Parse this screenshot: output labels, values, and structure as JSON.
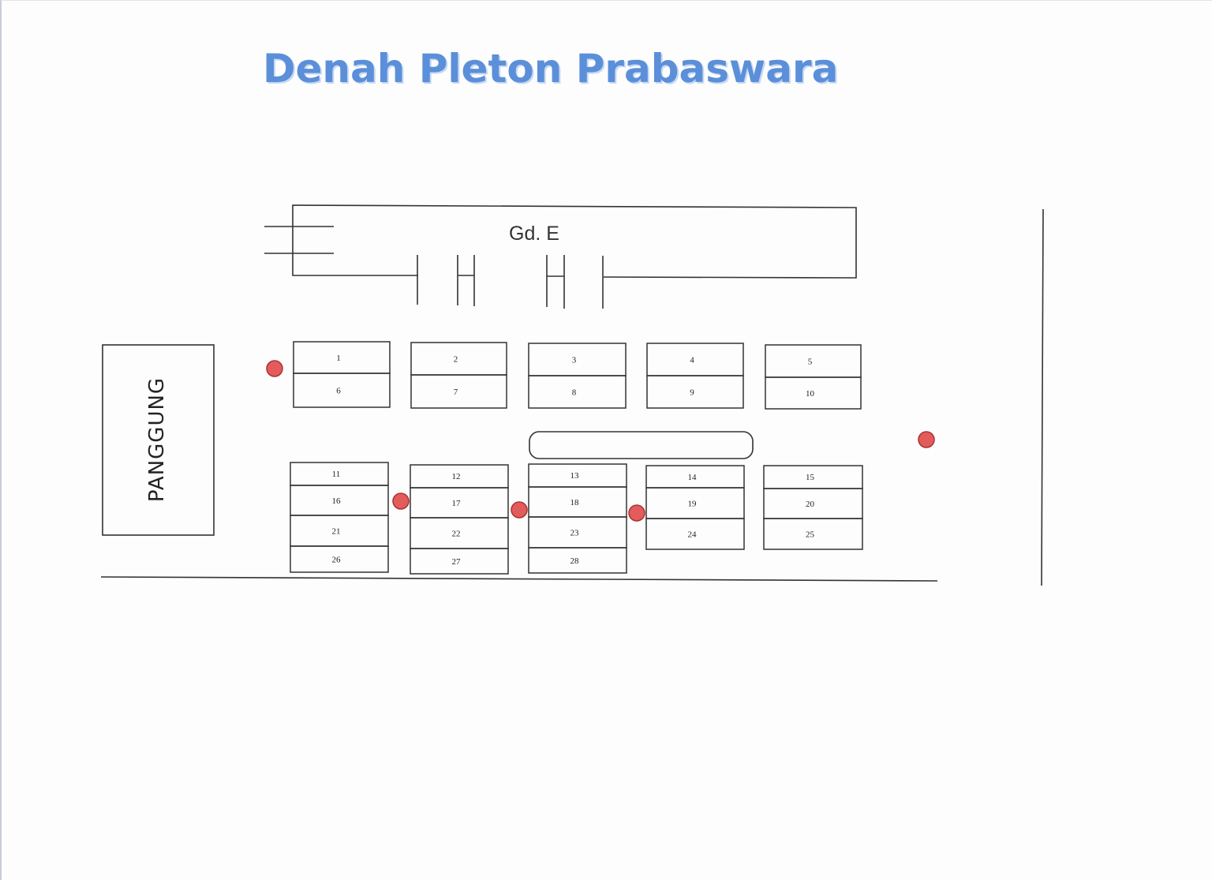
{
  "title": "Denah Pleton Prabaswara",
  "building": {
    "label": "Gd. E"
  },
  "stage": {
    "label": "PANGGUNG"
  },
  "colors": {
    "title": "#5b8fd9",
    "marker": "#e45b5b",
    "line": "#333333"
  },
  "seat_rows_top": [
    {
      "group": 1,
      "cells": [
        "1",
        "6"
      ]
    },
    {
      "group": 2,
      "cells": [
        "2",
        "7"
      ]
    },
    {
      "group": 3,
      "cells": [
        "3",
        "8"
      ]
    },
    {
      "group": 4,
      "cells": [
        "4",
        "9"
      ]
    },
    {
      "group": 5,
      "cells": [
        "5",
        "10"
      ]
    }
  ],
  "seat_rows_bottom": [
    {
      "group": 1,
      "cells": [
        "11",
        "16",
        "21",
        "26"
      ]
    },
    {
      "group": 2,
      "cells": [
        "12",
        "17",
        "22",
        "27"
      ]
    },
    {
      "group": 3,
      "cells": [
        "13",
        "18",
        "23",
        "28"
      ]
    },
    {
      "group": 4,
      "cells": [
        "14",
        "19",
        "24"
      ]
    },
    {
      "group": 5,
      "cells": [
        "15",
        "20",
        "25"
      ]
    }
  ],
  "markers": {
    "count": 5,
    "color_name": "red-dot"
  }
}
